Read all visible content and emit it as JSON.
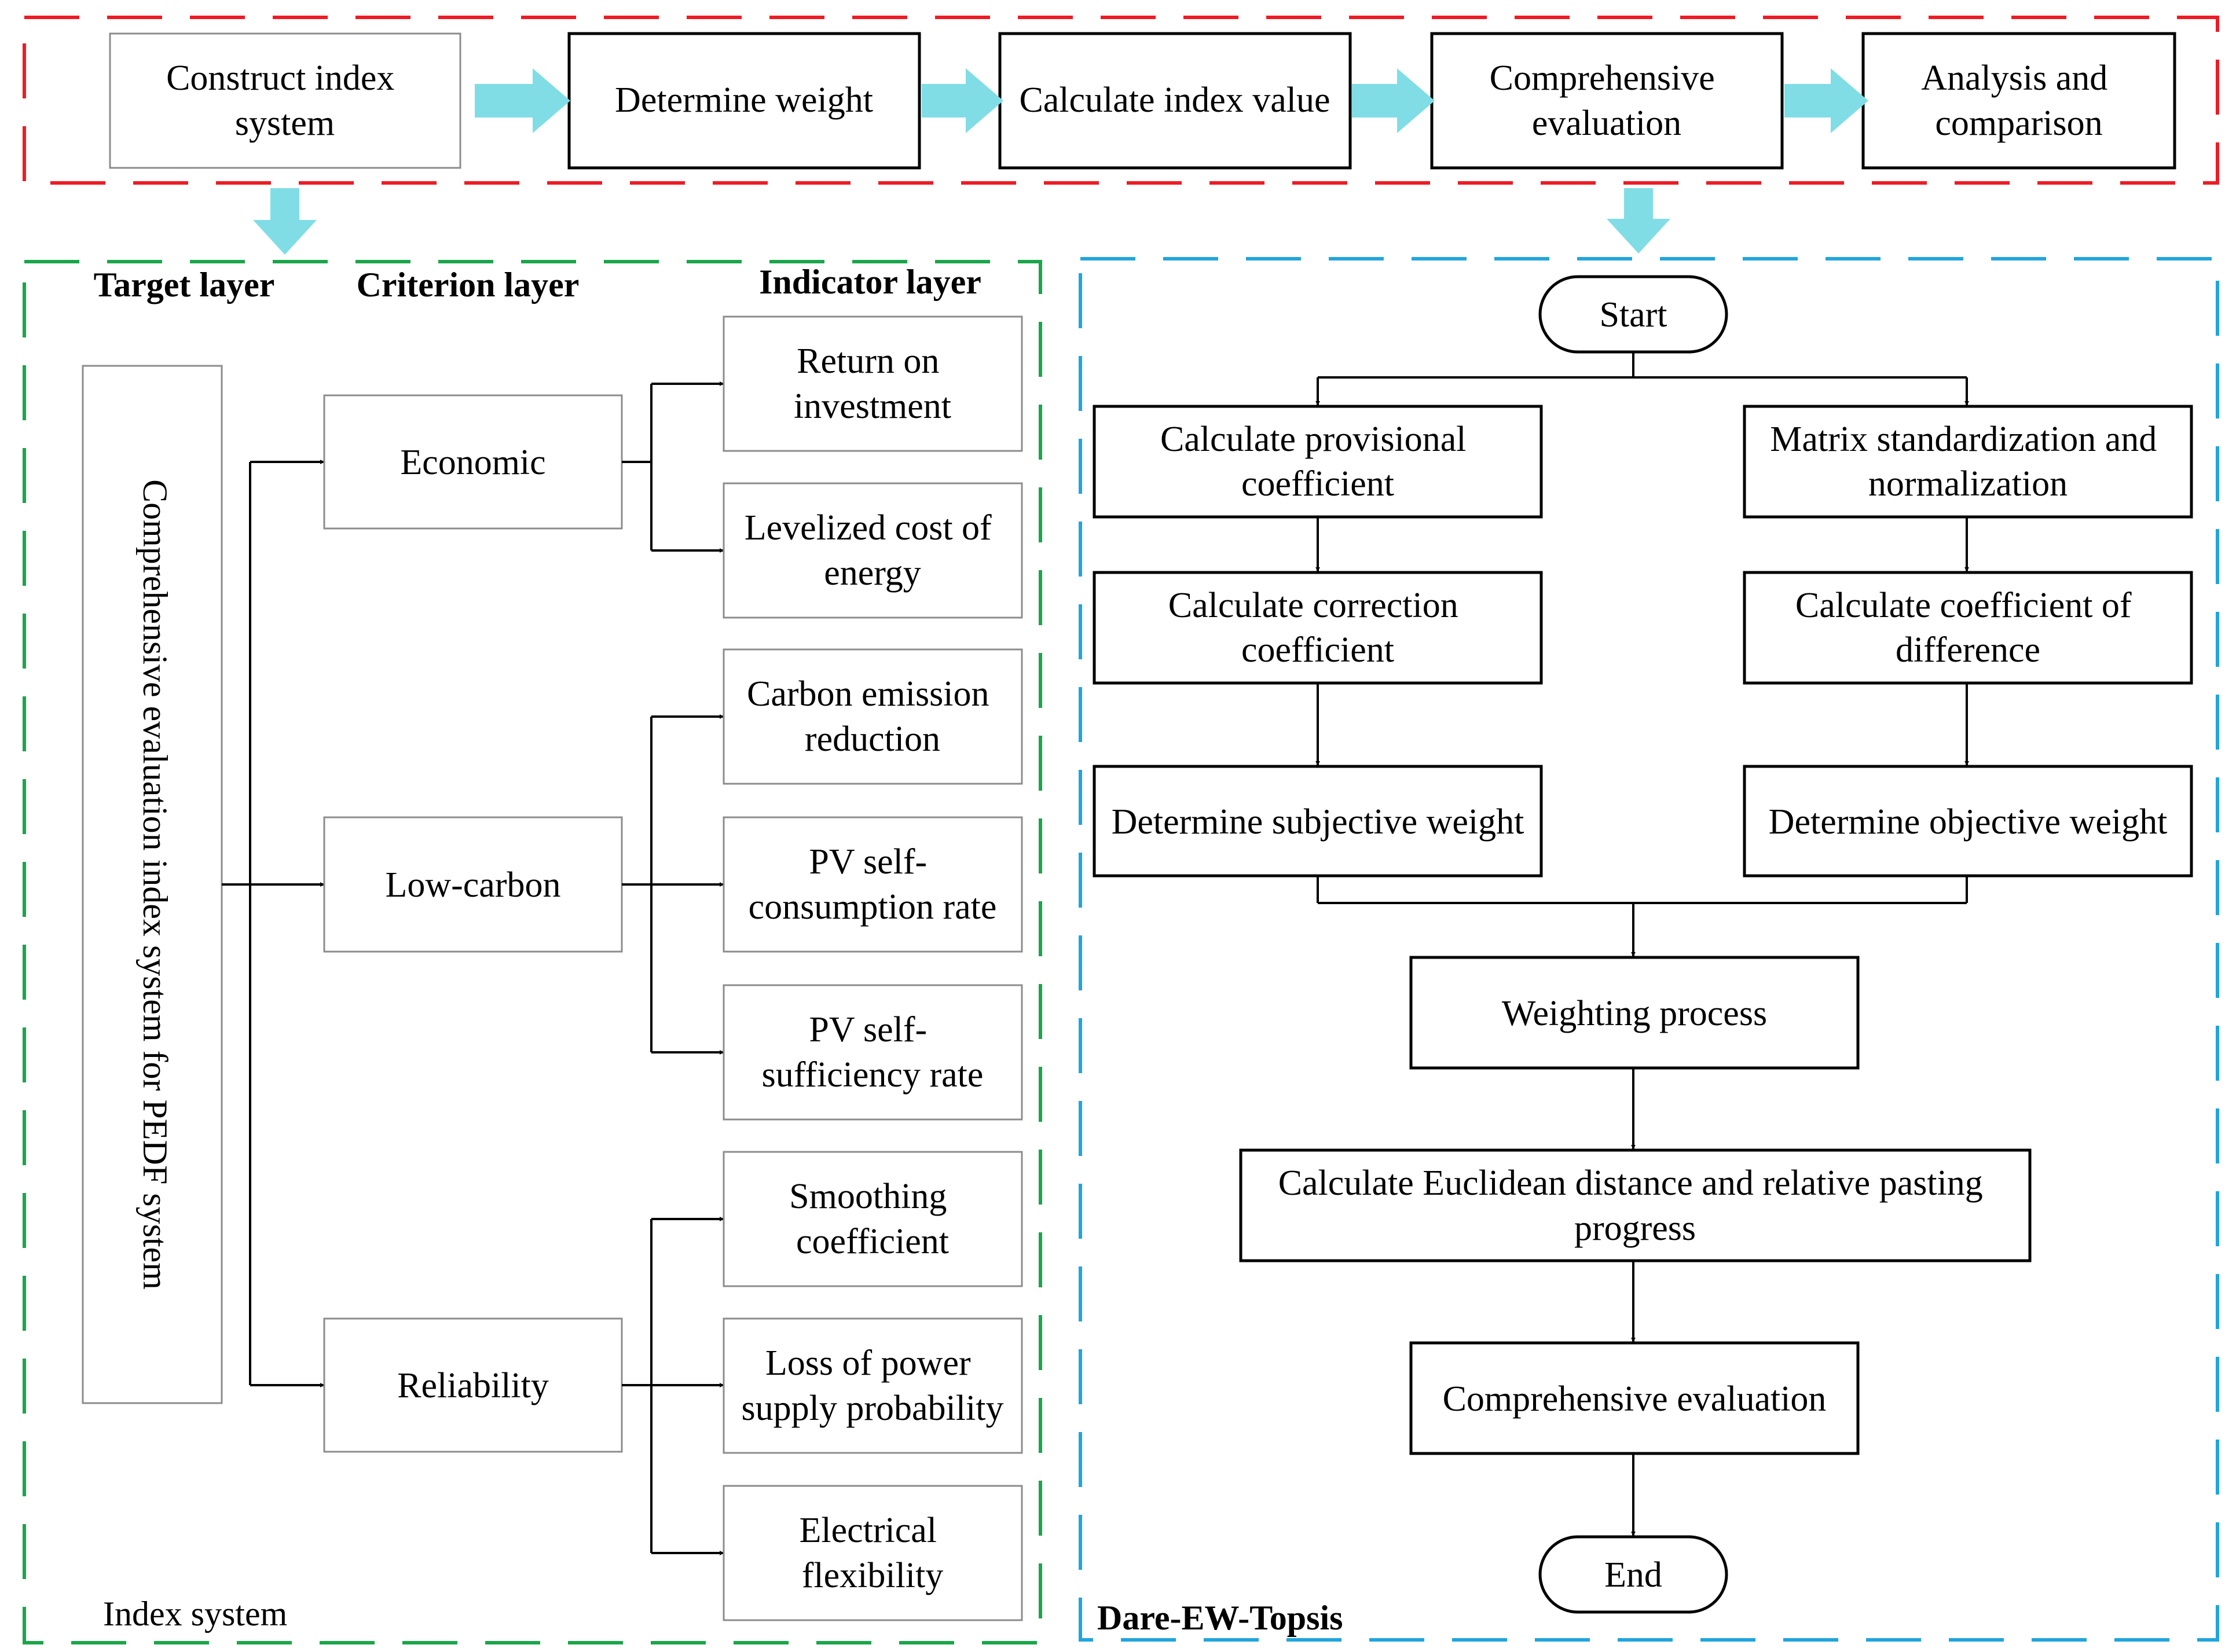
{
  "process": {
    "steps": [
      {
        "lines": [
          "Construct index",
          "system"
        ]
      },
      {
        "lines": [
          "Determine weight"
        ]
      },
      {
        "lines": [
          "Calculate index value"
        ]
      },
      {
        "lines": [
          "Comprehensive",
          "evaluation"
        ]
      },
      {
        "lines": [
          "Analysis and",
          "comparison"
        ]
      }
    ]
  },
  "index_system": {
    "section_label": "Index system",
    "headers": {
      "target": "Target layer",
      "criterion": "Criterion layer",
      "indicator": "Indicator layer"
    },
    "target": "Comprehensive evaluation index system for PEDF system",
    "criteria": [
      {
        "label": "Economic",
        "indicators": [
          {
            "lines": [
              "Return on",
              "investment"
            ]
          },
          {
            "lines": [
              "Levelized cost of",
              "energy"
            ]
          }
        ]
      },
      {
        "label": "Low-carbon",
        "indicators": [
          {
            "lines": [
              "Carbon emission",
              "reduction"
            ]
          },
          {
            "lines": [
              "PV self-",
              "consumption rate"
            ]
          },
          {
            "lines": [
              "PV self-",
              "sufficiency rate"
            ]
          }
        ]
      },
      {
        "label": "Reliability",
        "indicators": [
          {
            "lines": [
              "Smoothing",
              "coefficient"
            ]
          },
          {
            "lines": [
              "Loss of power",
              "supply probability"
            ]
          },
          {
            "lines": [
              "Electrical",
              "flexibility"
            ]
          }
        ]
      }
    ]
  },
  "method": {
    "section_label": "Dare-EW-Topsis",
    "start": "Start",
    "end": "End",
    "left_branch": [
      {
        "lines": [
          "Calculate provisional",
          "coefficient"
        ]
      },
      {
        "lines": [
          "Calculate correction",
          "coefficient"
        ]
      },
      {
        "lines": [
          "Determine subjective weight"
        ]
      }
    ],
    "right_branch": [
      {
        "lines": [
          "Matrix standardization and",
          "normalization"
        ]
      },
      {
        "lines": [
          "Calculate coefficient of",
          "difference"
        ]
      },
      {
        "lines": [
          "Determine objective weight"
        ]
      }
    ],
    "weighting": "Weighting process",
    "distance": [
      "Calculate Euclidean distance and relative pasting",
      "progress"
    ],
    "evaluation": "Comprehensive evaluation"
  },
  "colors": {
    "top_frame": "#ee1c25",
    "index_frame": "#1aa64a",
    "method_frame": "#21a5dc",
    "process_arrow": "#80dde6",
    "light_border": "#8c8c8c",
    "dark_border": "#000000"
  }
}
